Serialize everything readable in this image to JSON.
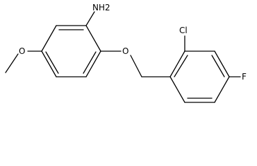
{
  "molecule": {
    "atom_labels": {
      "amine": "NH2",
      "ether_oxygen": "O",
      "chlorine": "Cl",
      "fluorine": "F"
    },
    "groups": [
      "methoxy",
      "amine",
      "benzyl ether",
      "chloro",
      "fluoro"
    ]
  },
  "colors": {
    "bond": "#000000",
    "label": "#000000",
    "background": "#ffffff"
  }
}
